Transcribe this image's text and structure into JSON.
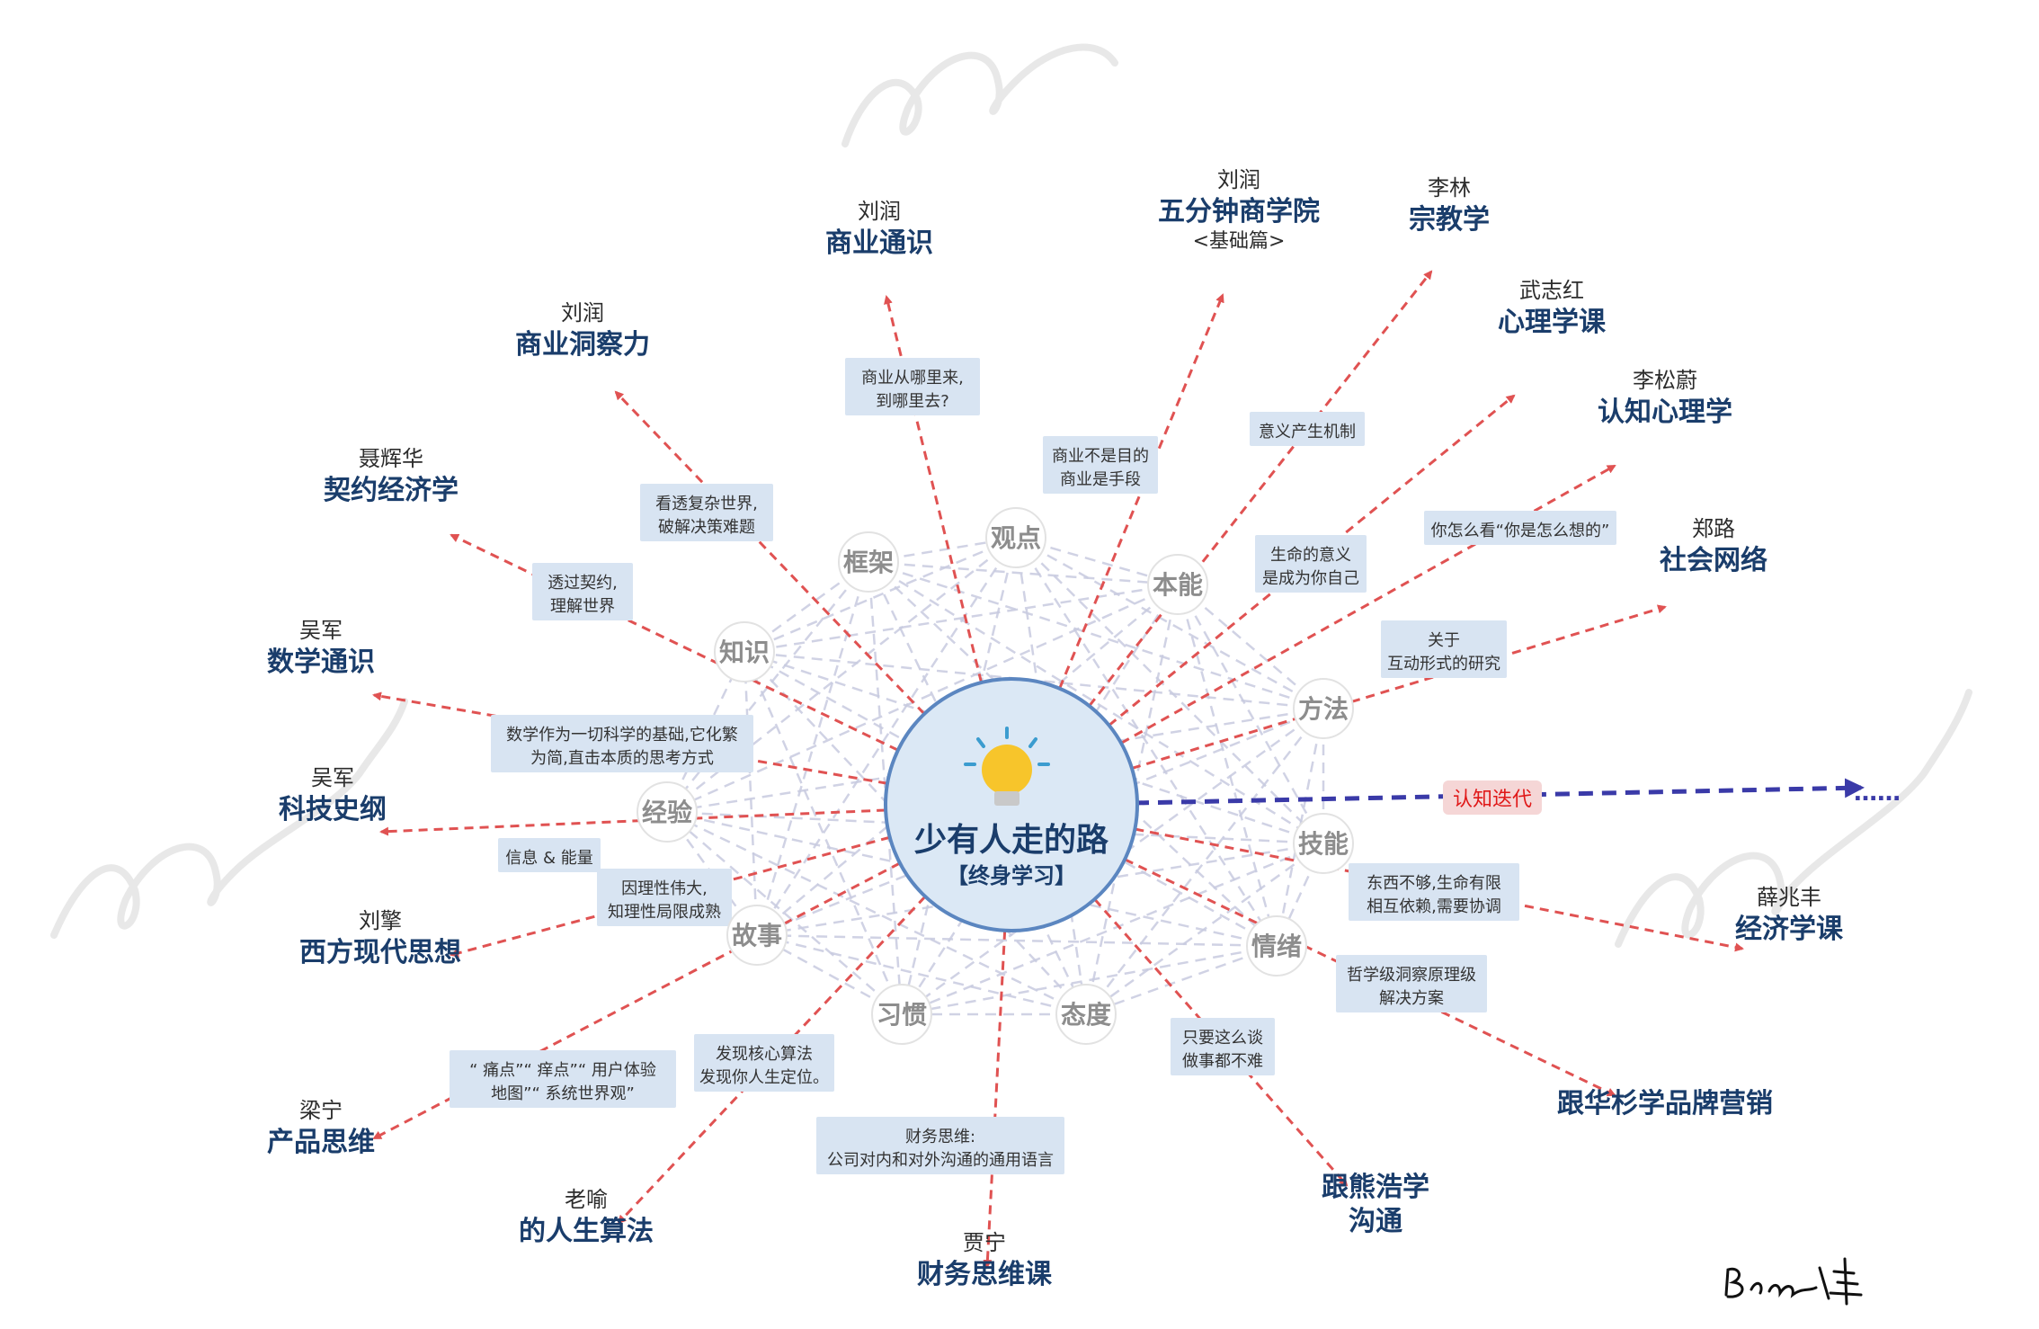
{
  "center": {
    "title": "少有人走的路",
    "subtitle": "【终身学习】",
    "icon": "lightbulb-icon"
  },
  "nodes": [
    "框架",
    "观点",
    "本能",
    "方法",
    "技能",
    "情绪",
    "态度",
    "习惯",
    "故事",
    "经验",
    "知识"
  ],
  "iteration": {
    "label": "认知迭代",
    "tail": "……"
  },
  "courses": [
    {
      "author": "刘润",
      "title": "商业通识",
      "sub": ""
    },
    {
      "author": "刘润",
      "title": "五分钟商学院",
      "sub": "<基础篇>"
    },
    {
      "author": "李林",
      "title": "宗教学",
      "sub": ""
    },
    {
      "author": "武志红",
      "title": "心理学课",
      "sub": ""
    },
    {
      "author": "李松蔚",
      "title": "认知心理学",
      "sub": ""
    },
    {
      "author": "郑路",
      "title": "社会网络",
      "sub": ""
    },
    {
      "author": "薛兆丰",
      "title": "经济学课",
      "sub": ""
    },
    {
      "author": "",
      "title": "跟华杉学品牌营销",
      "sub": ""
    },
    {
      "author": "",
      "title": "跟熊浩学",
      "sub": "沟通"
    },
    {
      "author": "贾宁",
      "title": "财务思维课",
      "sub": ""
    },
    {
      "author": "老喻",
      "title": "的人生算法",
      "sub": ""
    },
    {
      "author": "梁宁",
      "title": "产品思维",
      "sub": ""
    },
    {
      "author": "刘擎",
      "title": "西方现代思想",
      "sub": ""
    },
    {
      "author": "吴军",
      "title": "科技史纲",
      "sub": ""
    },
    {
      "author": "吴军",
      "title": "数学通识",
      "sub": ""
    },
    {
      "author": "聂辉华",
      "title": "契约经济学",
      "sub": ""
    },
    {
      "author": "刘润",
      "title": "商业洞察力",
      "sub": ""
    }
  ],
  "notes": [
    {
      "lines": [
        "商业从哪里来,",
        "到哪里去?"
      ]
    },
    {
      "lines": [
        "商业不是目的",
        "商业是手段"
      ]
    },
    {
      "lines": [
        "意义产生机制"
      ]
    },
    {
      "lines": [
        "生命的意义",
        "是成为你自己"
      ]
    },
    {
      "lines": [
        "你怎么看“你是怎么想的”"
      ]
    },
    {
      "lines": [
        "关于",
        "互动形式的研究"
      ]
    },
    {
      "lines": [
        "东西不够,生命有限",
        "相互依赖,需要协调"
      ]
    },
    {
      "lines": [
        "哲学级洞察原理级",
        "解决方案"
      ]
    },
    {
      "lines": [
        "只要这么谈",
        "做事都不难"
      ]
    },
    {
      "lines": [
        "财务思维:",
        "公司对内和对外沟通的通用语言"
      ]
    },
    {
      "lines": [
        "发现核心算法",
        "发现你人生定位。"
      ]
    },
    {
      "lines": [
        "“ 痛点”“ 痒点”“ 用户体验",
        "地图”“ 系统世界观”"
      ]
    },
    {
      "lines": [
        "因理性伟大,",
        "知理性局限成熟"
      ]
    },
    {
      "lines": [
        "信息 & 能量"
      ]
    },
    {
      "lines": [
        "数学作为一切科学的基础,它化繁",
        "为简,直击本质的思考方式"
      ]
    },
    {
      "lines": [
        "透过契约,",
        "理解世界"
      ]
    },
    {
      "lines": [
        "看透复杂世界,",
        "破解决策难题"
      ]
    }
  ],
  "colors": {
    "arrow": "#e05252",
    "iteration": "#3a3aa8",
    "center_fill": "#dbe8f5",
    "center_stroke": "#5b86c0",
    "note_fill": "#d8e4f2",
    "mesh": "#c8cbe0",
    "title": "#1a3d6b"
  }
}
